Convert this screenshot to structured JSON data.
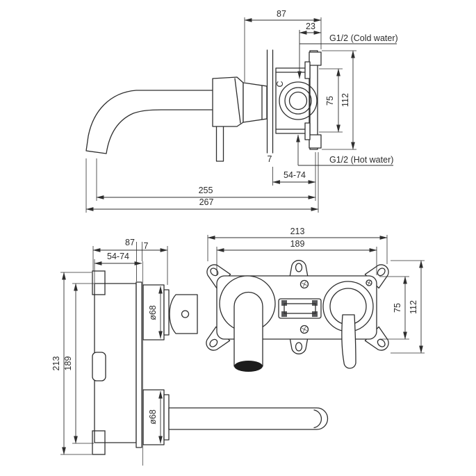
{
  "palette": {
    "background": "#ffffff",
    "line_color": "#2e2e2e",
    "spout_outlet_fill": "#1c1c1c",
    "clip_fill": "#58595b"
  },
  "views": {
    "spout_side": {
      "dim_87": "87",
      "dim_23": "23",
      "cold_label": "G1/2 (Cold water)",
      "hot_label": "G1/2 (Hot water)",
      "dim_75": "75",
      "dim_112": "112",
      "dim_7": "7",
      "dim_54_74": "54-74",
      "dim_255": "255",
      "dim_267": "267",
      "cartridge_mark": "C"
    },
    "rough_in_side": {
      "dim_87": "87",
      "dim_7": "7",
      "dim_54_74": "54-74",
      "dim_213": "213",
      "dim_189": "189",
      "dia_68_handle": "ø68",
      "dia_68_spout": "ø68"
    },
    "rough_in_front": {
      "dim_213": "213",
      "dim_189": "189",
      "dim_75": "75",
      "dim_112": "112"
    }
  }
}
